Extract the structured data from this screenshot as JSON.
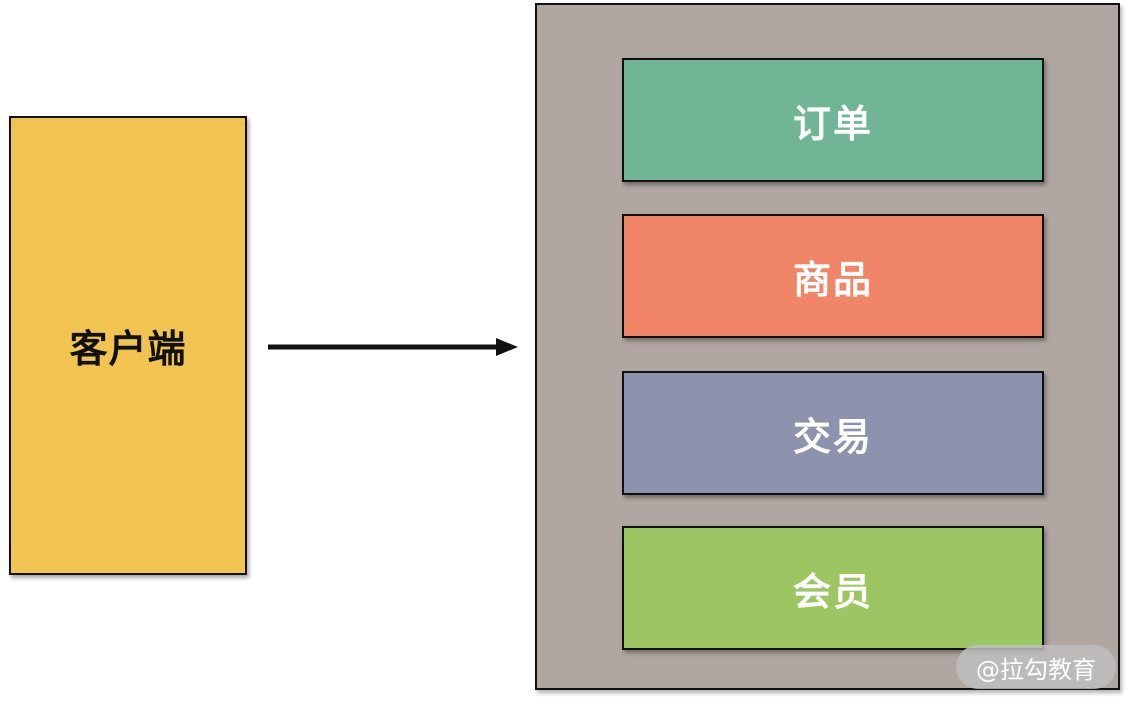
{
  "client": {
    "label": "客户端",
    "color": "#F1C451"
  },
  "server": {
    "color": "#B0A6A2",
    "modules": [
      {
        "label": "订单",
        "color": "#70B596"
      },
      {
        "label": "商品",
        "color": "#F08567"
      },
      {
        "label": "交易",
        "color": "#8D92AF"
      },
      {
        "label": "会员",
        "color": "#9CC662"
      }
    ]
  },
  "watermark": {
    "text": "@拉勾教育"
  }
}
